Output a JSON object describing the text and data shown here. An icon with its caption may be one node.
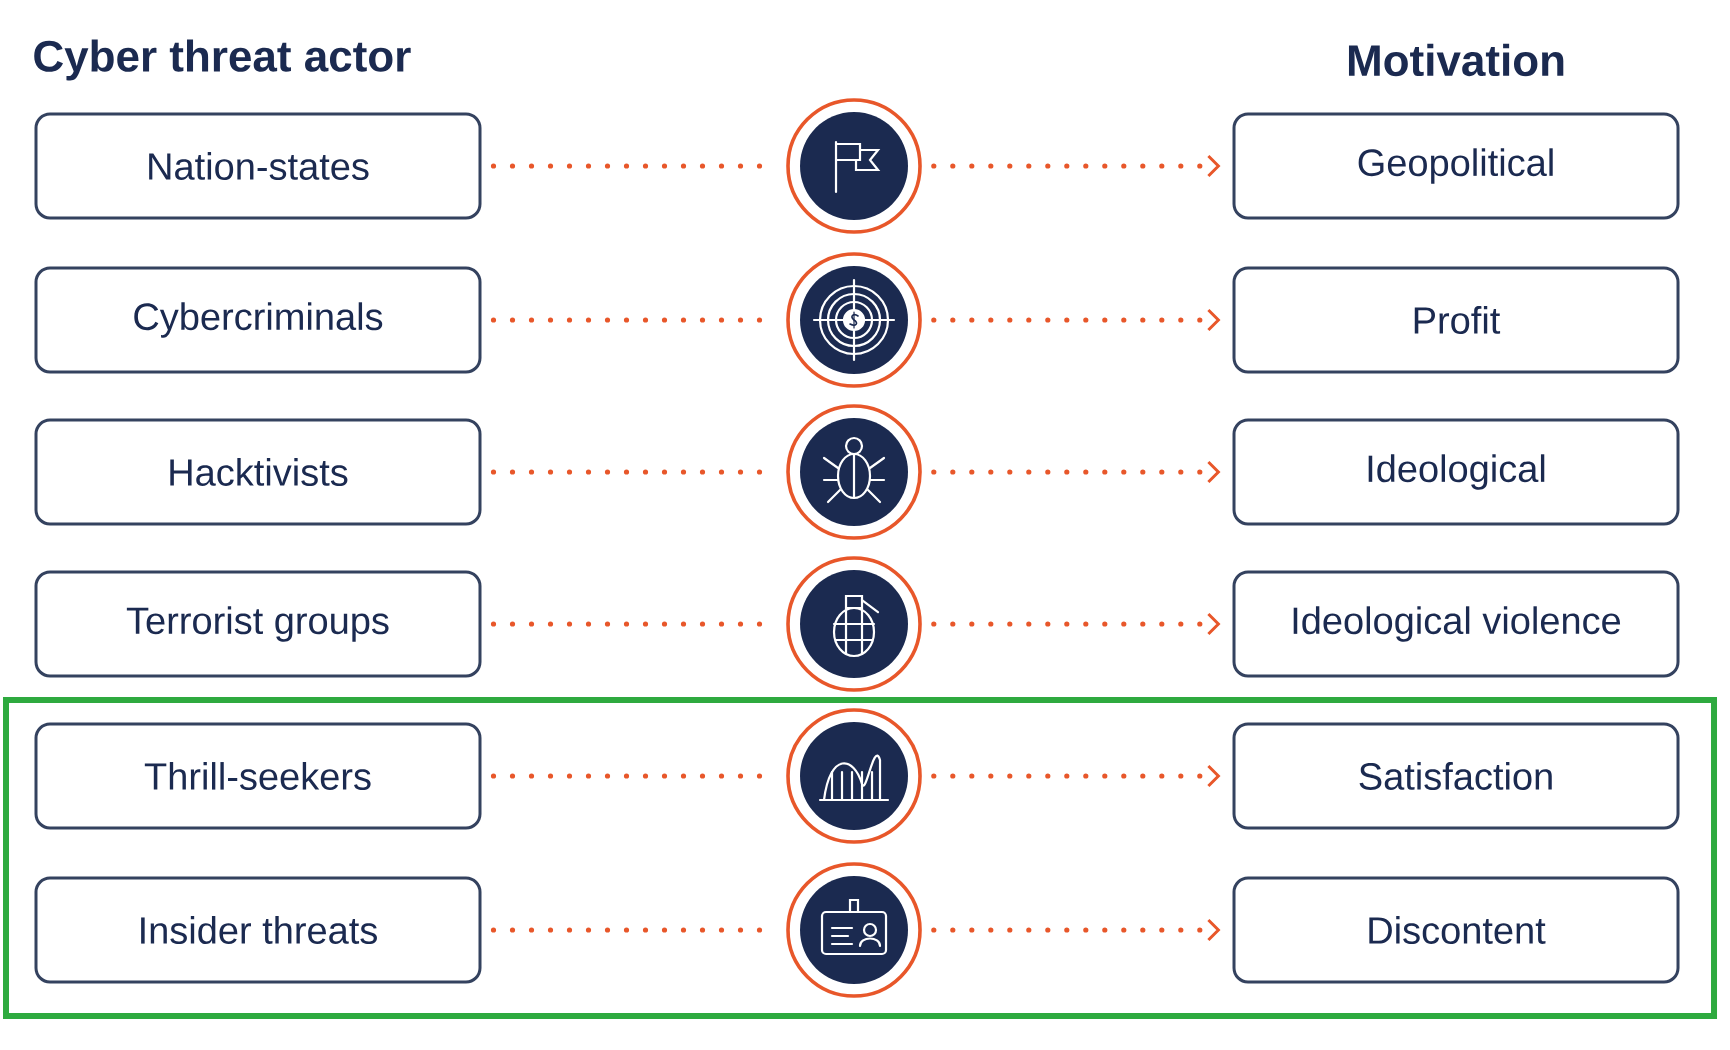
{
  "diagram": {
    "nodes": [
      {
        "text": [
          "Nation-states"
        ]
      },
      {
        "text": [],
        "shape": "circle"
      },
      {
        "text": [
          "Geopolitical"
        ]
      },
      {
        "text": [
          "Cybercriminals"
        ]
      },
      {
        "text": [],
        "shape": "circle"
      },
      {
        "text": [
          "Profit"
        ]
      },
      {
        "text": [
          "Hacktivists"
        ]
      },
      {
        "text": [],
        "shape": "circle"
      },
      {
        "text": [
          "Ideological"
        ]
      },
      {
        "text": [
          "Terrorist groups"
        ]
      },
      {
        "text": [],
        "shape": "circle"
      },
      {
        "text": [
          "Ideological violence"
        ]
      },
      {
        "text": [],
        "shape": "box"
      },
      {
        "text": [
          "Thrill-seekers"
        ],
        "in": 12
      },
      {
        "text": [],
        "shape": "circle",
        "in": 12
      },
      {
        "text": [
          "Satisfaction"
        ],
        "in": 12
      },
      {
        "text": [
          "Insider threats"
        ],
        "in": 12
      },
      {
        "text": [],
        "shape": "circle",
        "in": 12
      },
      {
        "text": [
          "Discontent"
        ],
        "in": 12
      }
    ],
    "edges": [
      {
        "from": 0,
        "to": 1,
        "arrow": "none",
        "style": "dashed"
      },
      {
        "from": 1,
        "to": 2,
        "arrow": "to",
        "style": "dashed"
      },
      {
        "from": 3,
        "to": 4,
        "arrow": "none",
        "style": "dashed"
      },
      {
        "from": 4,
        "to": 5,
        "arrow": "to",
        "style": "dashed"
      },
      {
        "from": 6,
        "to": 7,
        "arrow": "none",
        "style": "dashed"
      },
      {
        "from": 7,
        "to": 8,
        "arrow": "to",
        "style": "dashed"
      },
      {
        "from": 9,
        "to": 10,
        "arrow": "none",
        "style": "dashed"
      },
      {
        "from": 10,
        "to": 11,
        "arrow": "to",
        "style": "dashed"
      },
      {
        "from": 13,
        "to": 14,
        "arrow": "none",
        "style": "dashed"
      },
      {
        "from": 14,
        "to": 15,
        "arrow": "to",
        "style": "dashed"
      },
      {
        "from": 16,
        "to": 17,
        "arrow": "none",
        "style": "dashed"
      },
      {
        "from": 17,
        "to": 18,
        "arrow": "to",
        "style": "dashed"
      }
    ],
    "labels": [
      "Cyber threat actor",
      "Motivation"
    ]
  }
}
